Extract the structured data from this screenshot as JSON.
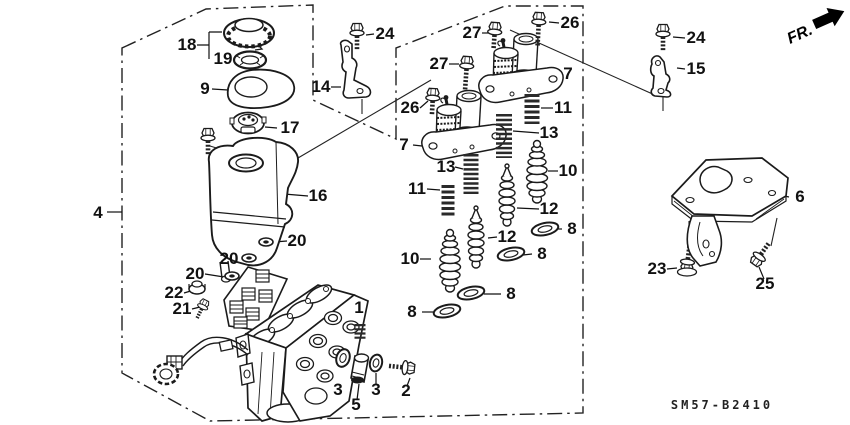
{
  "diagram": {
    "code": "SM57-B2410",
    "direction_label": "FR.",
    "colors": {
      "ink": "#1b1b1b",
      "background": "#ffffff"
    },
    "labels": [
      "18",
      "19",
      "9",
      "17",
      "14",
      "24",
      "27",
      "26",
      "27",
      "26",
      "7",
      "7",
      "11",
      "13",
      "13",
      "11",
      "10",
      "12",
      "8",
      "12",
      "8",
      "10",
      "8",
      "8",
      "16",
      "20",
      "20",
      "20",
      "22",
      "21",
      "1",
      "3",
      "5",
      "3",
      "2",
      "4",
      "24",
      "15",
      "6",
      "23",
      "25"
    ]
  }
}
